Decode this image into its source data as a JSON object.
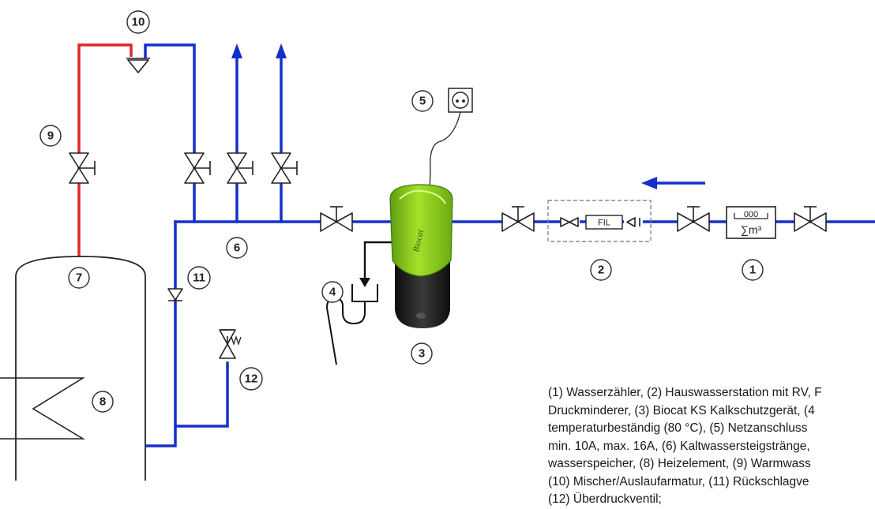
{
  "markers": {
    "m1": "1",
    "m2": "2",
    "m3": "3",
    "m4": "4",
    "m5": "5",
    "m6": "6",
    "m7": "7",
    "m8": "8",
    "m9": "9",
    "m10": "10",
    "m11": "11",
    "m12": "12"
  },
  "labels": {
    "filter": "FIL",
    "meter_digits": "000",
    "meter_sum": "∑m³",
    "brand": "Biocat"
  },
  "legend": {
    "lines": [
      "(1) Wasserzähler, (2) Hauswasserstation mit RV, F",
      "Druckminderer, (3) Biocat KS Kalkschutzgerät, (4",
      "temperaturbeständig (80 °C), (5) Netzanschluss",
      "min. 10A, max. 16A, (6) Kaltwassersteigstränge,",
      "wasserspeicher, (8) Heizelement, (9) Warmwass",
      "(10) Mischer/Auslaufarmatur, (11) Rückschlagve",
      "(12) Überdruckventil;"
    ]
  },
  "colors": {
    "cold_water": "#1530c8",
    "hot_water": "#e0262a",
    "device_green": "#8fd11c",
    "device_black": "#1c1c1c"
  }
}
